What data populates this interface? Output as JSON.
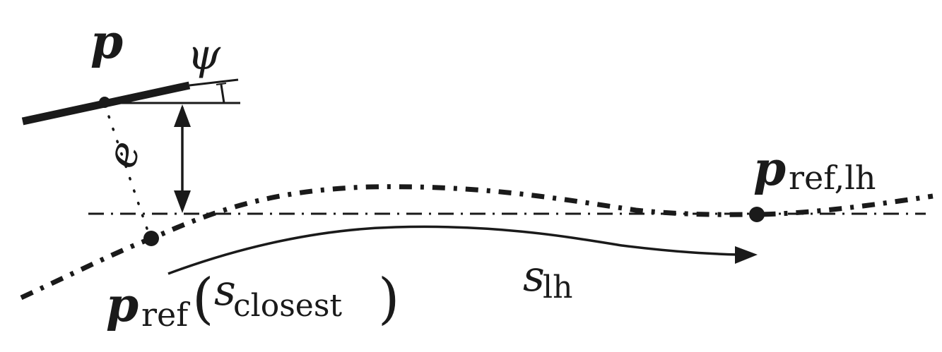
{
  "diagram": {
    "title": "Lookahead reference point geometry",
    "colors": {
      "ink": "#1a1a1a",
      "background": "#ffffff"
    },
    "labels": {
      "p": "p",
      "psi": "ψ",
      "e": "e",
      "p_ref_closest_main": "p",
      "p_ref_closest_sub": "ref",
      "p_ref_closest_open": "(",
      "s_closest_main": "s",
      "s_closest_sub": "closest",
      "p_ref_closest_close": ")",
      "p_ref_lh_main": "p",
      "p_ref_lh_sub": "ref,lh",
      "s_lh_main": "s",
      "s_lh_sub": "lh"
    },
    "elements": [
      {
        "id": "vehicle",
        "desc": "thick line segment representing vehicle heading through point p"
      },
      {
        "id": "heading-angle",
        "desc": "angle psi between vehicle heading and horizontal reference"
      },
      {
        "id": "lateral-error",
        "desc": "double arrow e between vehicle horizontal and reference horizontal line"
      },
      {
        "id": "reference-path",
        "desc": "dash-dot curved reference path"
      },
      {
        "id": "horizontal-reference",
        "desc": "thin dash-dot horizontal line"
      },
      {
        "id": "closest-point",
        "desc": "dot p_ref(s_closest) on reference path"
      },
      {
        "id": "lookahead-point",
        "desc": "dot p_ref,lh on reference path"
      },
      {
        "id": "lookahead-arc",
        "desc": "arrow s_lh along path from closest point to lookahead point"
      }
    ]
  }
}
